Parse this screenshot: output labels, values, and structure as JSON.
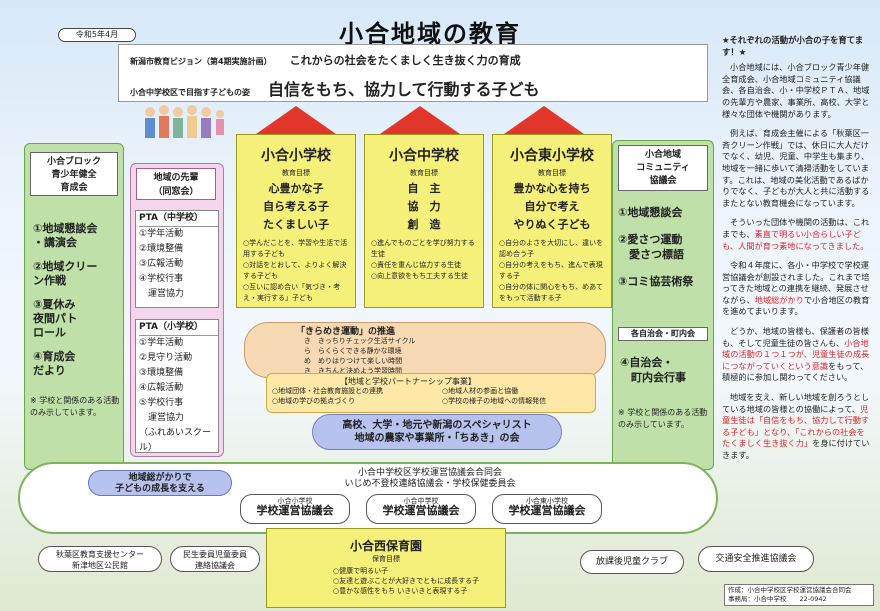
{
  "header": {
    "date_badge": "令和5年4月",
    "title": "小合地域の教育",
    "vision_label": "新潟市教育ビジョン（第4期実施計画）",
    "vision_text": "これからの社会をたくましく生き抜く力の育成",
    "goal_label": "小合中学校区で目指す子どもの姿",
    "goal_text": "自信をもち、協力して行動する子ども"
  },
  "left": {
    "title": "小合ブロック\n青少年健全\n育成会",
    "items": [
      "①地域懇談会\n・講演会",
      "②地域クリー\nン作戦",
      "③夏休み\n夜間パト\nロール",
      "④育成会\nだより"
    ],
    "note": "※ 学校と関係のある活動のみ示しています。"
  },
  "pink": {
    "head": "地域の先輩\n（同窓会）",
    "pta_jhs_title": "PTA（中学校）",
    "pta_jhs_items": [
      "①学年活動",
      "②環境整備",
      "③広報活動",
      "④学校行事",
      "　運営協力"
    ],
    "pta_es_title": "PTA（小学校）",
    "pta_es_items": [
      "①学年活動",
      "②見守り活動",
      "③環境整備",
      "④広報活動",
      "⑤学校行事",
      "　運営協力",
      "（ふれあいスクール）"
    ]
  },
  "schools": [
    {
      "name": "小合小学校",
      "sub": "教育目標",
      "goals": [
        "心豊かな子",
        "自ら考える子",
        "たくましい子"
      ],
      "items": [
        "○学んだことを、学習や生活で活用する子ども",
        "○対話をとおして、よりよく解決する子ども",
        "○互いに認め合い「気づき・考え・実行する」子ども"
      ]
    },
    {
      "name": "小合中学校",
      "sub": "教育目標",
      "goals": [
        "自　主",
        "協　力",
        "創　造"
      ],
      "items": [
        "○進んでものごとを学び努力する生徒",
        "○責任を重んじ協力する生徒",
        "○向上意欲をもち工夫する生徒"
      ]
    },
    {
      "name": "小合東小学校",
      "sub": "教育目標",
      "goals": [
        "豊かな心を持ち",
        "自分で考え",
        "やりぬく子ども"
      ],
      "items": [
        "○自分のよさを大切にし、違いを認め合う子",
        "○自分の考えをもち、進んで表現する子",
        "○自分の体に関心をもち、めあてをもって活動する子"
      ]
    }
  ],
  "kira": {
    "title": "「きらめき運動」の推進",
    "items": [
      "き　きっちりチェック生活サイクル",
      "ら　らくらくできる静かな環境",
      "め　めりはりつけて楽しい時間",
      "き　きちんと決めよう学習時間"
    ]
  },
  "partner": {
    "title": "【地域と学校パートナーシップ事業】",
    "items": [
      "○地域団体・社会教育施設との連携",
      "○地域人材の参画と協働",
      "○地域の学びの拠点づくり",
      "○学校の様子の地域への情報発信"
    ]
  },
  "exec": {
    "line1": "高校、大学・地元や新潟のスペシャリスト",
    "line2": "地域の農家や事業所・「ちあき」の会"
  },
  "right": {
    "title": "小合地域\nコミュニティ\n協議会",
    "items": [
      "①地域懇談会",
      "②愛さつ運動\n　愛さつ標語",
      "③コミ協芸術祭"
    ],
    "sub": "各自治会・町内会",
    "items2": [
      "④自治会・\n　町内会行事"
    ],
    "note": "※ 学校と関係のある活動のみ示しています。"
  },
  "council": {
    "badge": "地域総がかりで\n子どもの成長を支える",
    "title": "小合中学校区学校運営協議会合同会",
    "subtitle": "いじめ不登校連絡協議会・学校保健委員会",
    "boxes": [
      {
        "sub": "小合小学校",
        "name": "学校運営協議会"
      },
      {
        "sub": "小合中学校",
        "name": "学校運営協議会"
      },
      {
        "sub": "小合東小学校",
        "name": "学校運営協議会"
      }
    ]
  },
  "hoikuen": {
    "name": "小合西保育園",
    "sub": "保育目標",
    "items": [
      "○健康で明るい子",
      "○友達と遊ぶことが大好きでともに成長する子",
      "○豊かな感性をもち いきいきと表現する子"
    ]
  },
  "bottom": {
    "left1": "秋葉区教育支援センター\n新津地区公民館",
    "left2": "民生委員児童委員\n連絡協議会",
    "right1": "放課後児童クラブ",
    "right2": "交通安全推進協議会"
  },
  "sidebar_text": {
    "heading": "★それぞれの活動が小合の子を育てます！★",
    "p1": "小合地域には、小合ブロック青少年健全育成会、小合地域コミュニティ協議会、各自治会、小・中学校ＰＴＡ、地域の先輩方や農家、事業所、高校、大学と様々な団体や機関があります。",
    "p2": "例えば、育成会主催による「秋葉区一斉クリーン作戦」では、休日に大人だけでなく、幼児、児童、中学生も集まり、地域を一緒に歩いて清掃活動をしています。",
    "p3": "これは、地域の美化活動であるばかりでなく、子どもが大人と共に活動するまたとない教育機会になっています。",
    "p4a": "そういった団体や機関の活動は、これまでも、",
    "p4red": "素直で明るい小合らしい子ども、人間が育つ素地になってきました。",
    "p5a": "令和４年度に、各小・中学校で学校運営協議会が創設されました。これまで培ってきた地域との連携を継続、発展させながら、",
    "p5red": "地域総がかり",
    "p5b": "で小合地区の教育を進めてまいります。",
    "p6a": "どうか、地域の皆様も、保護者の皆様も、そして児童生徒の皆さんも、",
    "p6red": "小合地域の活動の１つ１つが、児童生徒の成長につながっていくという意識",
    "p6b": "をもって、積極的に参加し関わってください。",
    "p7a": "地域を支え、新しい地域を創ろうとしている地域の皆様との協働によって、",
    "p7red": "児童生徒は「自信をもち、協力して行動する子ども」となり、「これからの社会をたくましく生き抜く力」",
    "p7b": "を身に付けていきます。"
  },
  "footer": {
    "line1": "作成：小合中学校区学校運営協議会合同会",
    "line2": "事務局：小合中学校　　22-0942"
  }
}
